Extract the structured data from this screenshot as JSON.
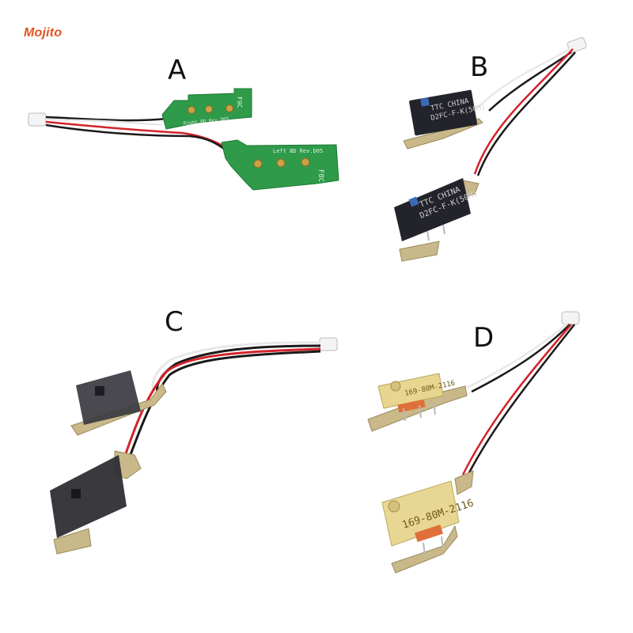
{
  "brand": {
    "text": "Mojito",
    "color": "#e2531f"
  },
  "panels": [
    {
      "label": "A",
      "pcb_texts": [
        "Right BD Rev.D05",
        "Left BD Rev.D05",
        "F9C",
        "F8C"
      ]
    },
    {
      "label": "B",
      "switch_markings": [
        "TTC CHINA",
        "D2FC-F-K(50M)"
      ]
    },
    {
      "label": "C"
    },
    {
      "label": "D",
      "switch_markings": [
        "169-80M-2116"
      ]
    }
  ],
  "colors": {
    "pcb_green": "#2e9a4a",
    "pcb_dark_green": "#1f7a36",
    "pcb_tan": "#c9b98a",
    "wire_red": "#d2232a",
    "wire_black": "#1a1a1a",
    "wire_white": "#f2f2f2",
    "switch_black": "#23232b",
    "switch_smoke": "#3a3a40",
    "switch_yellow": "#e8d690",
    "actuator_orange": "#e0703a"
  }
}
